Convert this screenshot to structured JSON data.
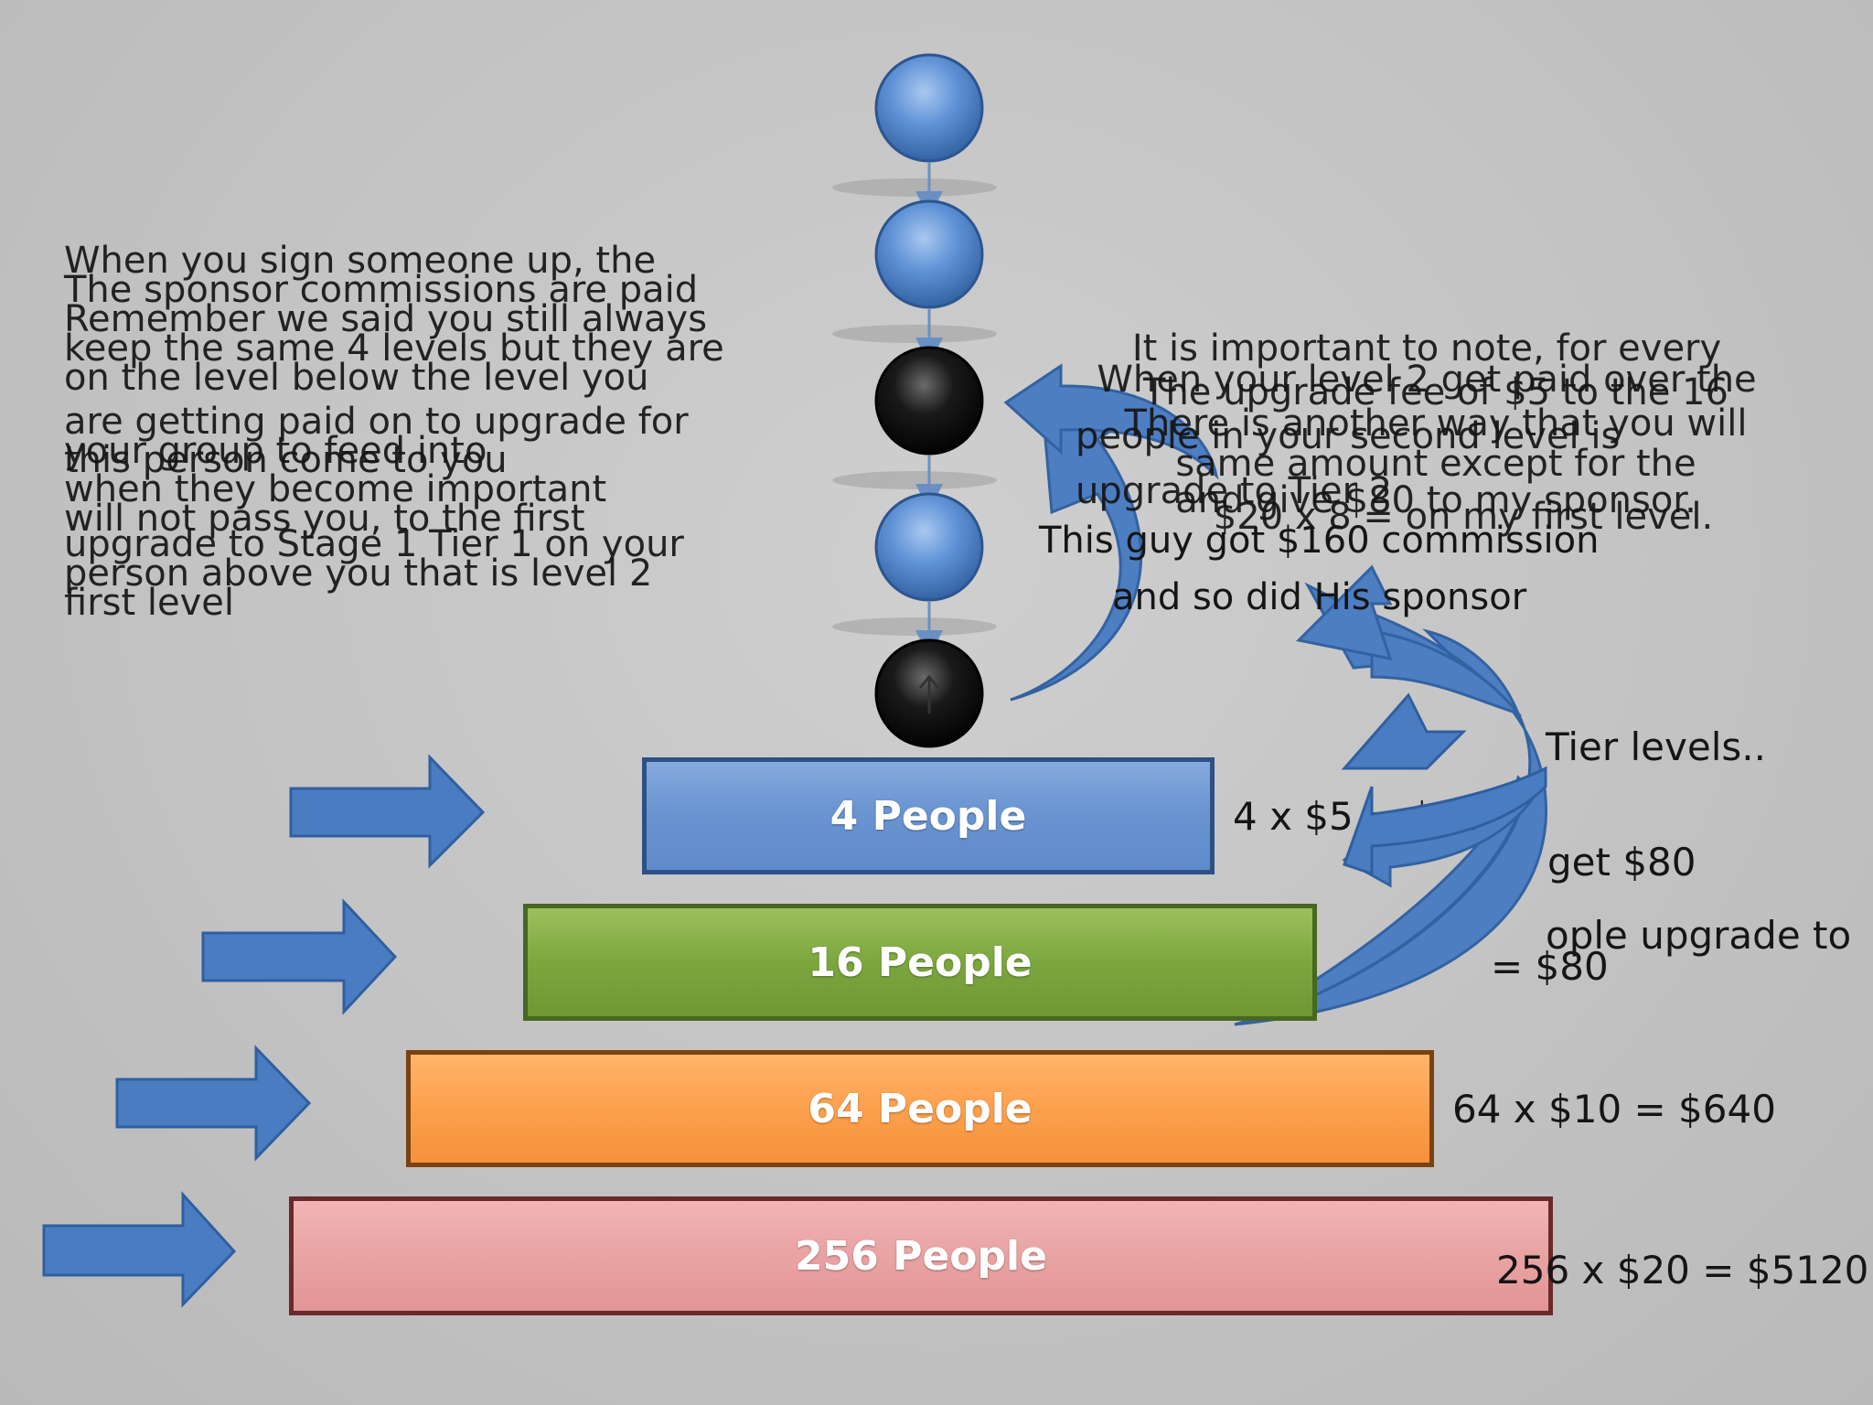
{
  "left_texts": [
    "When you sign someone up, the",
    "The sponsor commissions are paid",
    "Remember we said you still always",
    "keep the same 4 levels but they are",
    "on the level below the level you",
    "are getting paid on to upgrade for",
    "your group to feed into",
    "this person come to you",
    "when they become important",
    "will not pass you, to the first",
    "upgrade to Stage 1 Tier 1 on your",
    "person above you that is level 2",
    "first level"
  ],
  "right_texts": [
    "It is important to note, for every",
    "When your level 2 get paid over the",
    "The upgrade fee of $5 to the 16",
    "There is another way that you will",
    "people in your second level is",
    "same amount except for the",
    "upgrade to Tier 2",
    "and give $80 to my sponsor.",
    "$20 x 8 = on my first level.",
    "This guy got $160 commission",
    "and so did His sponsor"
  ],
  "side_texts": {
    "tier_levels": "Tier levels..",
    "get80": "get $80",
    "upgrade_to": "ople upgrade to",
    "x80": "= $80"
  },
  "pyramid": [
    {
      "label": "4 People",
      "calc": "4 x $5 = $20"
    },
    {
      "label": "16 People",
      "calc": ""
    },
    {
      "label": "64 People",
      "calc": "64 x $10 = $640"
    },
    {
      "label": "256 People",
      "calc": "256 x $20 = $5120"
    }
  ],
  "colors": {
    "circle_blue": "#5b8fd3",
    "circle_black": "#111111",
    "arrow_blue": "#4a7cc2",
    "arrow_stroke": "#2f5fa0"
  },
  "icons": [
    "up-arrow-icon"
  ]
}
